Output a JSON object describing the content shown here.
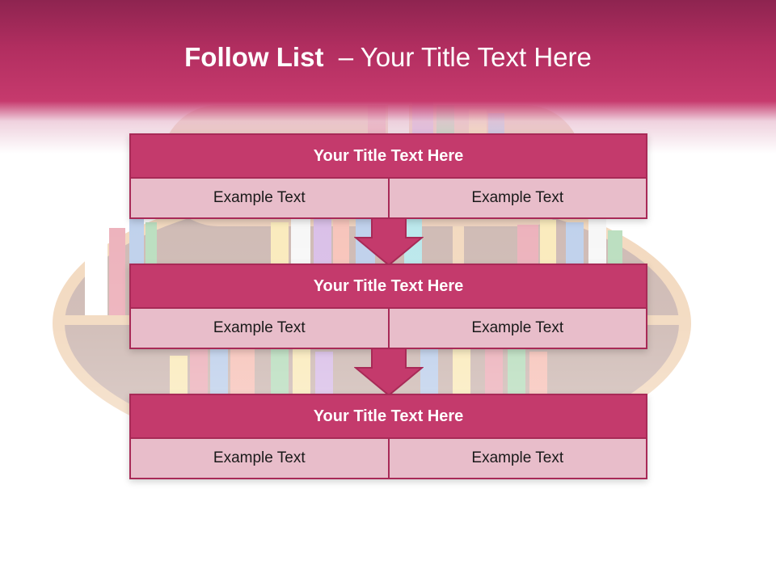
{
  "slide": {
    "title_bold": "Follow List",
    "title_rest": "  – Your Title Text Here"
  },
  "blocks": [
    {
      "title": "Your Title Text Here",
      "left": "Example Text",
      "right": "Example Text"
    },
    {
      "title": "Your Title Text Here",
      "left": "Example Text",
      "right": "Example Text"
    },
    {
      "title": "Your Title Text Here",
      "left": "Example Text",
      "right": "Example Text"
    }
  ],
  "colors": {
    "header": "#b22e60",
    "block_title": "#c43a6c",
    "cell": "#e8bdca",
    "border": "#a82a57"
  }
}
